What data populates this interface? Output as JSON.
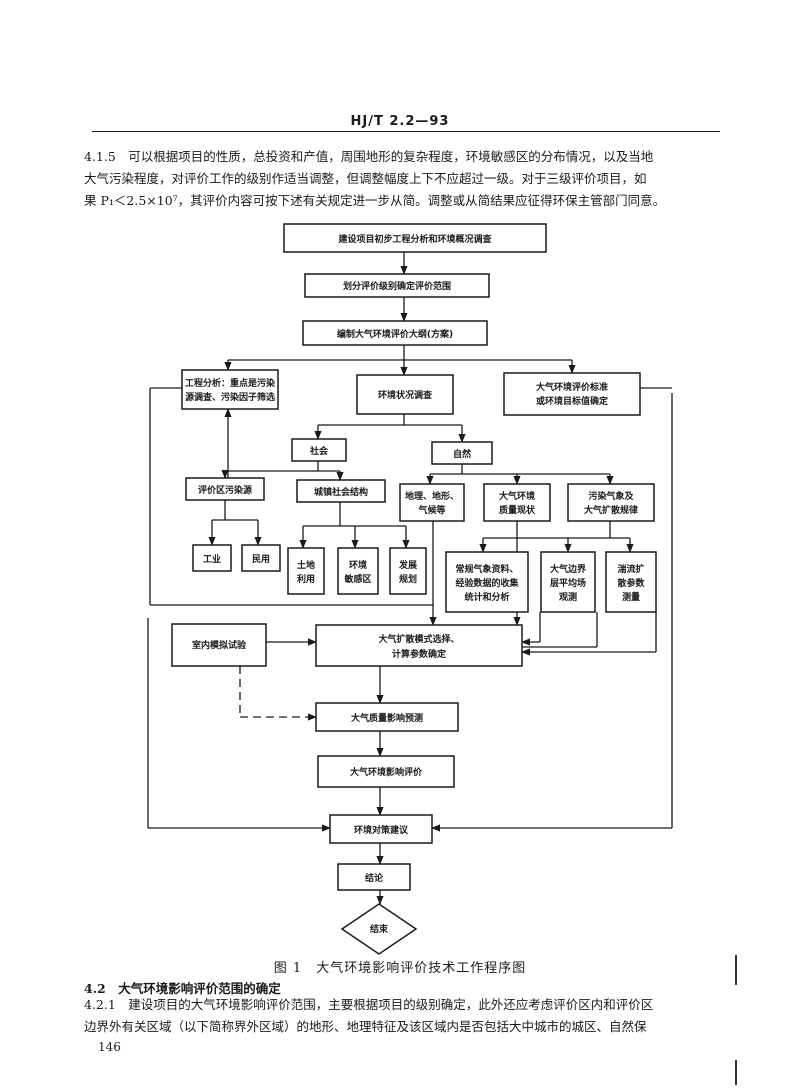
{
  "header": {
    "standard_no": "HJ/T 2.2—93"
  },
  "section_415": {
    "line1": "4.1.5　可以根据项目的性质，总投资和产值，周围地形的复杂程度，环境敏感区的分布情况，以及当地",
    "line2": "大气污染程度，对评价工作的级别作适当调整，但调整幅度上下不应超过一级。对于三级评价项目，如",
    "line3": "果 P₁＜2.5×10⁷，其评价内容可按下述有关规定进一步从简。调整或从简结果应征得环保主管部门同意。"
  },
  "flowchart": {
    "b1": "建设项目初步工程分析和环境概况调查",
    "b2": "划分评价级别确定评价范围",
    "b3": "编制大气环境评价大纲(方案)",
    "b4a_l1": "工程分析：重点是污染",
    "b4a_l2": "源调查、污染因子筛选",
    "b4b": "环境状况调查",
    "b4c_l1": "大气环境评价标准",
    "b4c_l2": "或环境目标值确定",
    "social": "社会",
    "nature": "自然",
    "pollution_src": "评价区污染源",
    "urban": "城镇社会结构",
    "terrain_l1": "地理、地形、",
    "terrain_l2": "气候等",
    "quality_l1": "大气环境",
    "quality_l2": "质量现状",
    "meteo_l1": "污染气象及",
    "meteo_l2": "大气扩散规律",
    "industry": "工业",
    "civil": "民用",
    "land_l1": "土地",
    "land_l2": "利用",
    "sensitive_l1": "环境",
    "sensitive_l2": "敏感区",
    "develop_l1": "发展",
    "develop_l2": "规划",
    "conv_l1": "常规气象资料、",
    "conv_l2": "经验数据的收集",
    "conv_l3": "统计和分析",
    "boundary_l1": "大气边界",
    "boundary_l2": "层平均场",
    "boundary_l3": "观测",
    "turb_l1": "湍流扩",
    "turb_l2": "散参数",
    "turb_l3": "测量",
    "lab": "室内模拟试验",
    "model_l1": "大气扩散模式选择、",
    "model_l2": "计算参数确定",
    "predict": "大气质量影响预测",
    "assess": "大气环境影响评价",
    "measures": "环境对策建议",
    "conclusion": "结论",
    "end": "结束"
  },
  "figure_caption": "图 1　大气环境影响评价技术工作程序图",
  "section_42": {
    "heading": "4.2　大气环境影响评价范围的确定"
  },
  "section_421": {
    "line1": "4.2.1　建设项目的大气环境影响评价范围，主要根据项目的级别确定，此外还应考虑评价区内和评价区",
    "line2": "边界外有关区域（以下简称界外区域）的地形、地理特征及该区域内是否包括大中城市的城区、自然保"
  },
  "page_number": "146"
}
